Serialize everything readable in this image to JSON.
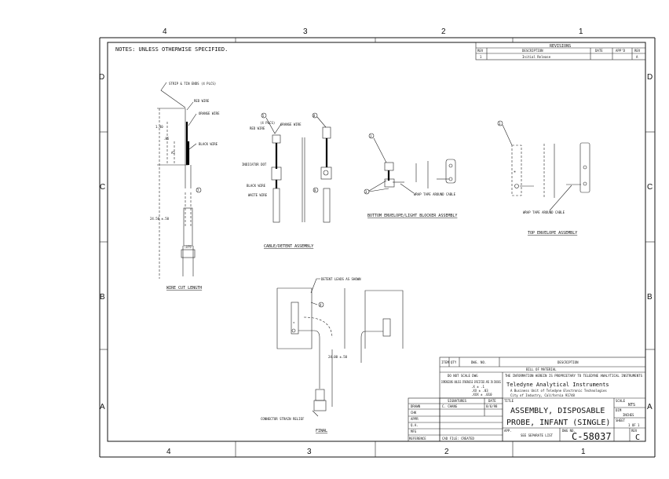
{
  "zones": {
    "cols": [
      "4",
      "3",
      "2",
      "1"
    ],
    "rows": [
      "D",
      "C",
      "B",
      "A"
    ]
  },
  "notes": "NOTES: UNLESS OTHERWISE SPECIFIED.",
  "revisions": {
    "title": "REVISIONS",
    "headers": [
      "REV",
      "DESCRIPTION",
      "DATE",
      "APP'D",
      "REV"
    ],
    "rows": [
      {
        "rev": "1",
        "description": "Initial Release",
        "date": "",
        "appd": "",
        "ltr": "A"
      }
    ]
  },
  "views": {
    "wire_cut": {
      "title": "WIRE CUT LENGTH",
      "labels": [
        "STRIP & TIN ENDS (4 PLCS)",
        "RED WIRE",
        "ORANGE WIRE",
        "BLACK WIRE"
      ],
      "dims": [
        "1.40",
        ".85",
        "A5",
        "24.50 ±.50",
        ".375"
      ],
      "callout": "7"
    },
    "cable_detent": {
      "title": "CABLE/DETENT ASSEMBLY",
      "labels": [
        "(4 PLCS)",
        "RED WIRE",
        "ORANGE WIRE",
        "INDICATOR DOT",
        "BLACK WIRE",
        "WHITE WIRE"
      ],
      "callouts": [
        "5",
        "8",
        "9"
      ]
    },
    "bottom_envelope": {
      "title": "BOTTOM ENVELOPE/LIGHT BLOCKER ASSEMBLY",
      "labels": [
        "WRAP TAPE AROUND CABLE"
      ],
      "callouts": [
        "1",
        "3"
      ]
    },
    "top_envelope": {
      "title": "TOP ENVELOPE ASSEMBLY",
      "labels": [
        "WRAP TAPE AROUND CABLE"
      ],
      "callouts": [
        "1"
      ]
    },
    "final": {
      "title": "FINAL",
      "labels": [
        "DETENT LEADS AS SHOWN",
        "24.00 ±.50",
        "CONNECTOR STRAIN RELIEF"
      ],
      "callout": "4"
    }
  },
  "title_block": {
    "bom_headers": [
      "ITEM",
      "QTY",
      "DWG. NO.",
      "DESCRIPTION"
    ],
    "bom_title": "BILL OF MATERIAL",
    "do_not_scale": "DO NOT SCALE DWG",
    "tolerances": "DIMENSIONS UNLESS OTHERWISE SPECIFIED ARE IN INCHES",
    "tol_values": [
      ".X  ± .1",
      ".XX  ± .03",
      ".XXX ± .010"
    ],
    "proprietary": "THE INFORMATION HEREIN IS PROPRIETARY TO TELEDYNE ANALYTICAL INSTRUMENTS",
    "company": "Teledyne Analytical Instruments",
    "company_sub1": "A Business Unit of Teledyne Electronic Technologies",
    "company_sub2": "City of Industry, California 91748",
    "sig_headers": [
      "SIGNATURES",
      "DATE"
    ],
    "sig_rows": [
      {
        "role": "DRAWN",
        "name": "C. CHANG",
        "date": "8/6/98"
      },
      {
        "role": "CHK",
        "name": "",
        "date": ""
      },
      {
        "role": "APPR",
        "name": "",
        "date": ""
      },
      {
        "role": "Q.A.",
        "name": "",
        "date": ""
      },
      {
        "role": "MFG",
        "name": "",
        "date": ""
      }
    ],
    "reference_label": "REFERENCE",
    "reference_value": "CAD FILE: CREATED",
    "title_label": "TITLE",
    "title_line1": "ASSEMBLY, DISPOSABLE",
    "title_line2": "PROBE, INFANT (SINGLE)",
    "scale_label": "SCALE",
    "scale_value": "NTS",
    "units_label": "DIM",
    "units_value": "INCHES",
    "sheet_label": "SHEET",
    "sheet_value": "1 OF 1",
    "app_label": "APP.",
    "app_value": "SEE SEPARATE LIST",
    "dwg_label": "DWG NO.",
    "dwg_no": "C-58037",
    "size_label": "REV",
    "rev_value": "C"
  }
}
